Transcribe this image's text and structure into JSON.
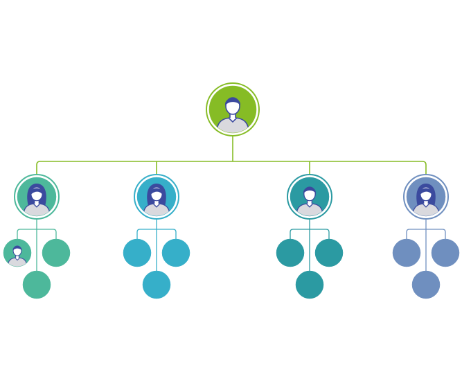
{
  "colors": {
    "root": "#86bc25",
    "groups": [
      "#4db89b",
      "#36afc9",
      "#2b9aa2",
      "#6f8fbf"
    ],
    "person_hair": "#3b4a9e",
    "person_skin": "#ffffff",
    "person_shirt": "#d9d9de",
    "outline": "#3b4a9e",
    "background": "#ffffff"
  },
  "org_chart": {
    "root": {
      "icon": "person-male-icon",
      "color_key": "root"
    },
    "managers": [
      {
        "icon": "person-female-icon",
        "color_index": 0,
        "reports": [
          "person-male-icon",
          "person-male-icon",
          "person-female-icon"
        ]
      },
      {
        "icon": "person-female-icon",
        "color_index": 1,
        "reports": [
          "person-male-icon",
          "person-female-icon",
          "person-male-icon"
        ]
      },
      {
        "icon": "person-male-icon",
        "color_index": 2,
        "reports": [
          "person-male-icon",
          "person-male-icon",
          "person-male-icon"
        ]
      },
      {
        "icon": "person-female-icon",
        "color_index": 3,
        "reports": [
          "person-male-icon",
          "person-male-icon",
          "person-male-icon"
        ]
      }
    ]
  }
}
